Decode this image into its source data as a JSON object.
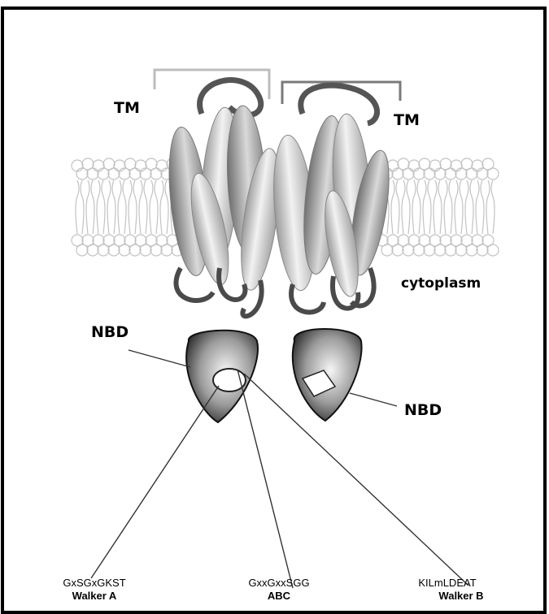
{
  "labels": {
    "tm_left": "TM",
    "tm_right": "TM",
    "cytoplasm": "cytoplasm",
    "nbd_left": "NBD",
    "nbd_right": "NBD"
  },
  "motifs": [
    {
      "sequence": "GxSGxGKST",
      "name": "Walker A"
    },
    {
      "sequence": "GxxGxxSGG",
      "name": "ABC"
    },
    {
      "sequence": "KILmLDEAT",
      "name": "Walker B"
    }
  ],
  "colors": {
    "helix_dark": "#7a7a7a",
    "helix_light": "#e6e6e6",
    "membrane": "#b8b8b8",
    "nbd_dark": "#2a2a2a",
    "nbd_light": "#f4f4f4",
    "bracket_left": "#b5b5b5",
    "bracket_right": "#777777"
  }
}
